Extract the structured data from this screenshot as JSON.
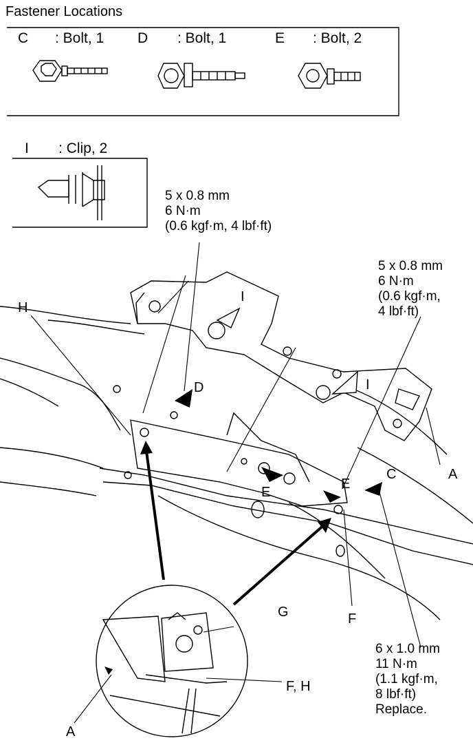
{
  "title": "Fastener Locations",
  "fasteners": [
    {
      "letter": "C",
      "desc": ": Bolt, 1"
    },
    {
      "letter": "D",
      "desc": ": Bolt, 1"
    },
    {
      "letter": "E",
      "desc": ": Bolt, 2"
    },
    {
      "letter": "I",
      "desc": ": Clip, 2"
    }
  ],
  "specs": {
    "top": [
      "5 x 0.8 mm",
      "6 N·m",
      "(0.6 kgf·m, 4 lbf·ft)"
    ],
    "right": [
      "5 x 0.8 mm",
      "6 N·m",
      "(0.6 kgf·m,",
      "4 lbf·ft)"
    ],
    "bottom": [
      "6 x 1.0 mm",
      "11 N·m",
      "(1.1 kgf·m,",
      "8 lbf·ft)",
      "Replace."
    ]
  },
  "callouts": {
    "H": "H",
    "D": "D",
    "I1": "I",
    "I2": "I",
    "E1": "E",
    "E2": "E",
    "C": "C",
    "A1": "A",
    "A2": "A",
    "F": "F",
    "G": "G",
    "FH": "F, H"
  }
}
